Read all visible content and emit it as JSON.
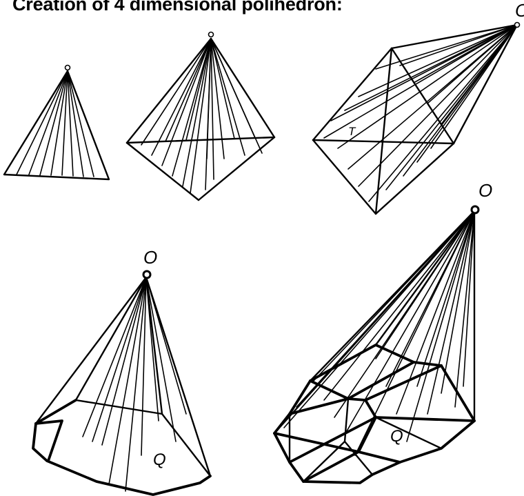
{
  "title": "Creation of 4 dimensional polihedron:",
  "labels": {
    "apex_top_right": "O",
    "apex_bottom_left": "O",
    "apex_bottom_right": "O",
    "face_t": "T",
    "face_q_left": "Q",
    "face_q_right": "Q"
  }
}
